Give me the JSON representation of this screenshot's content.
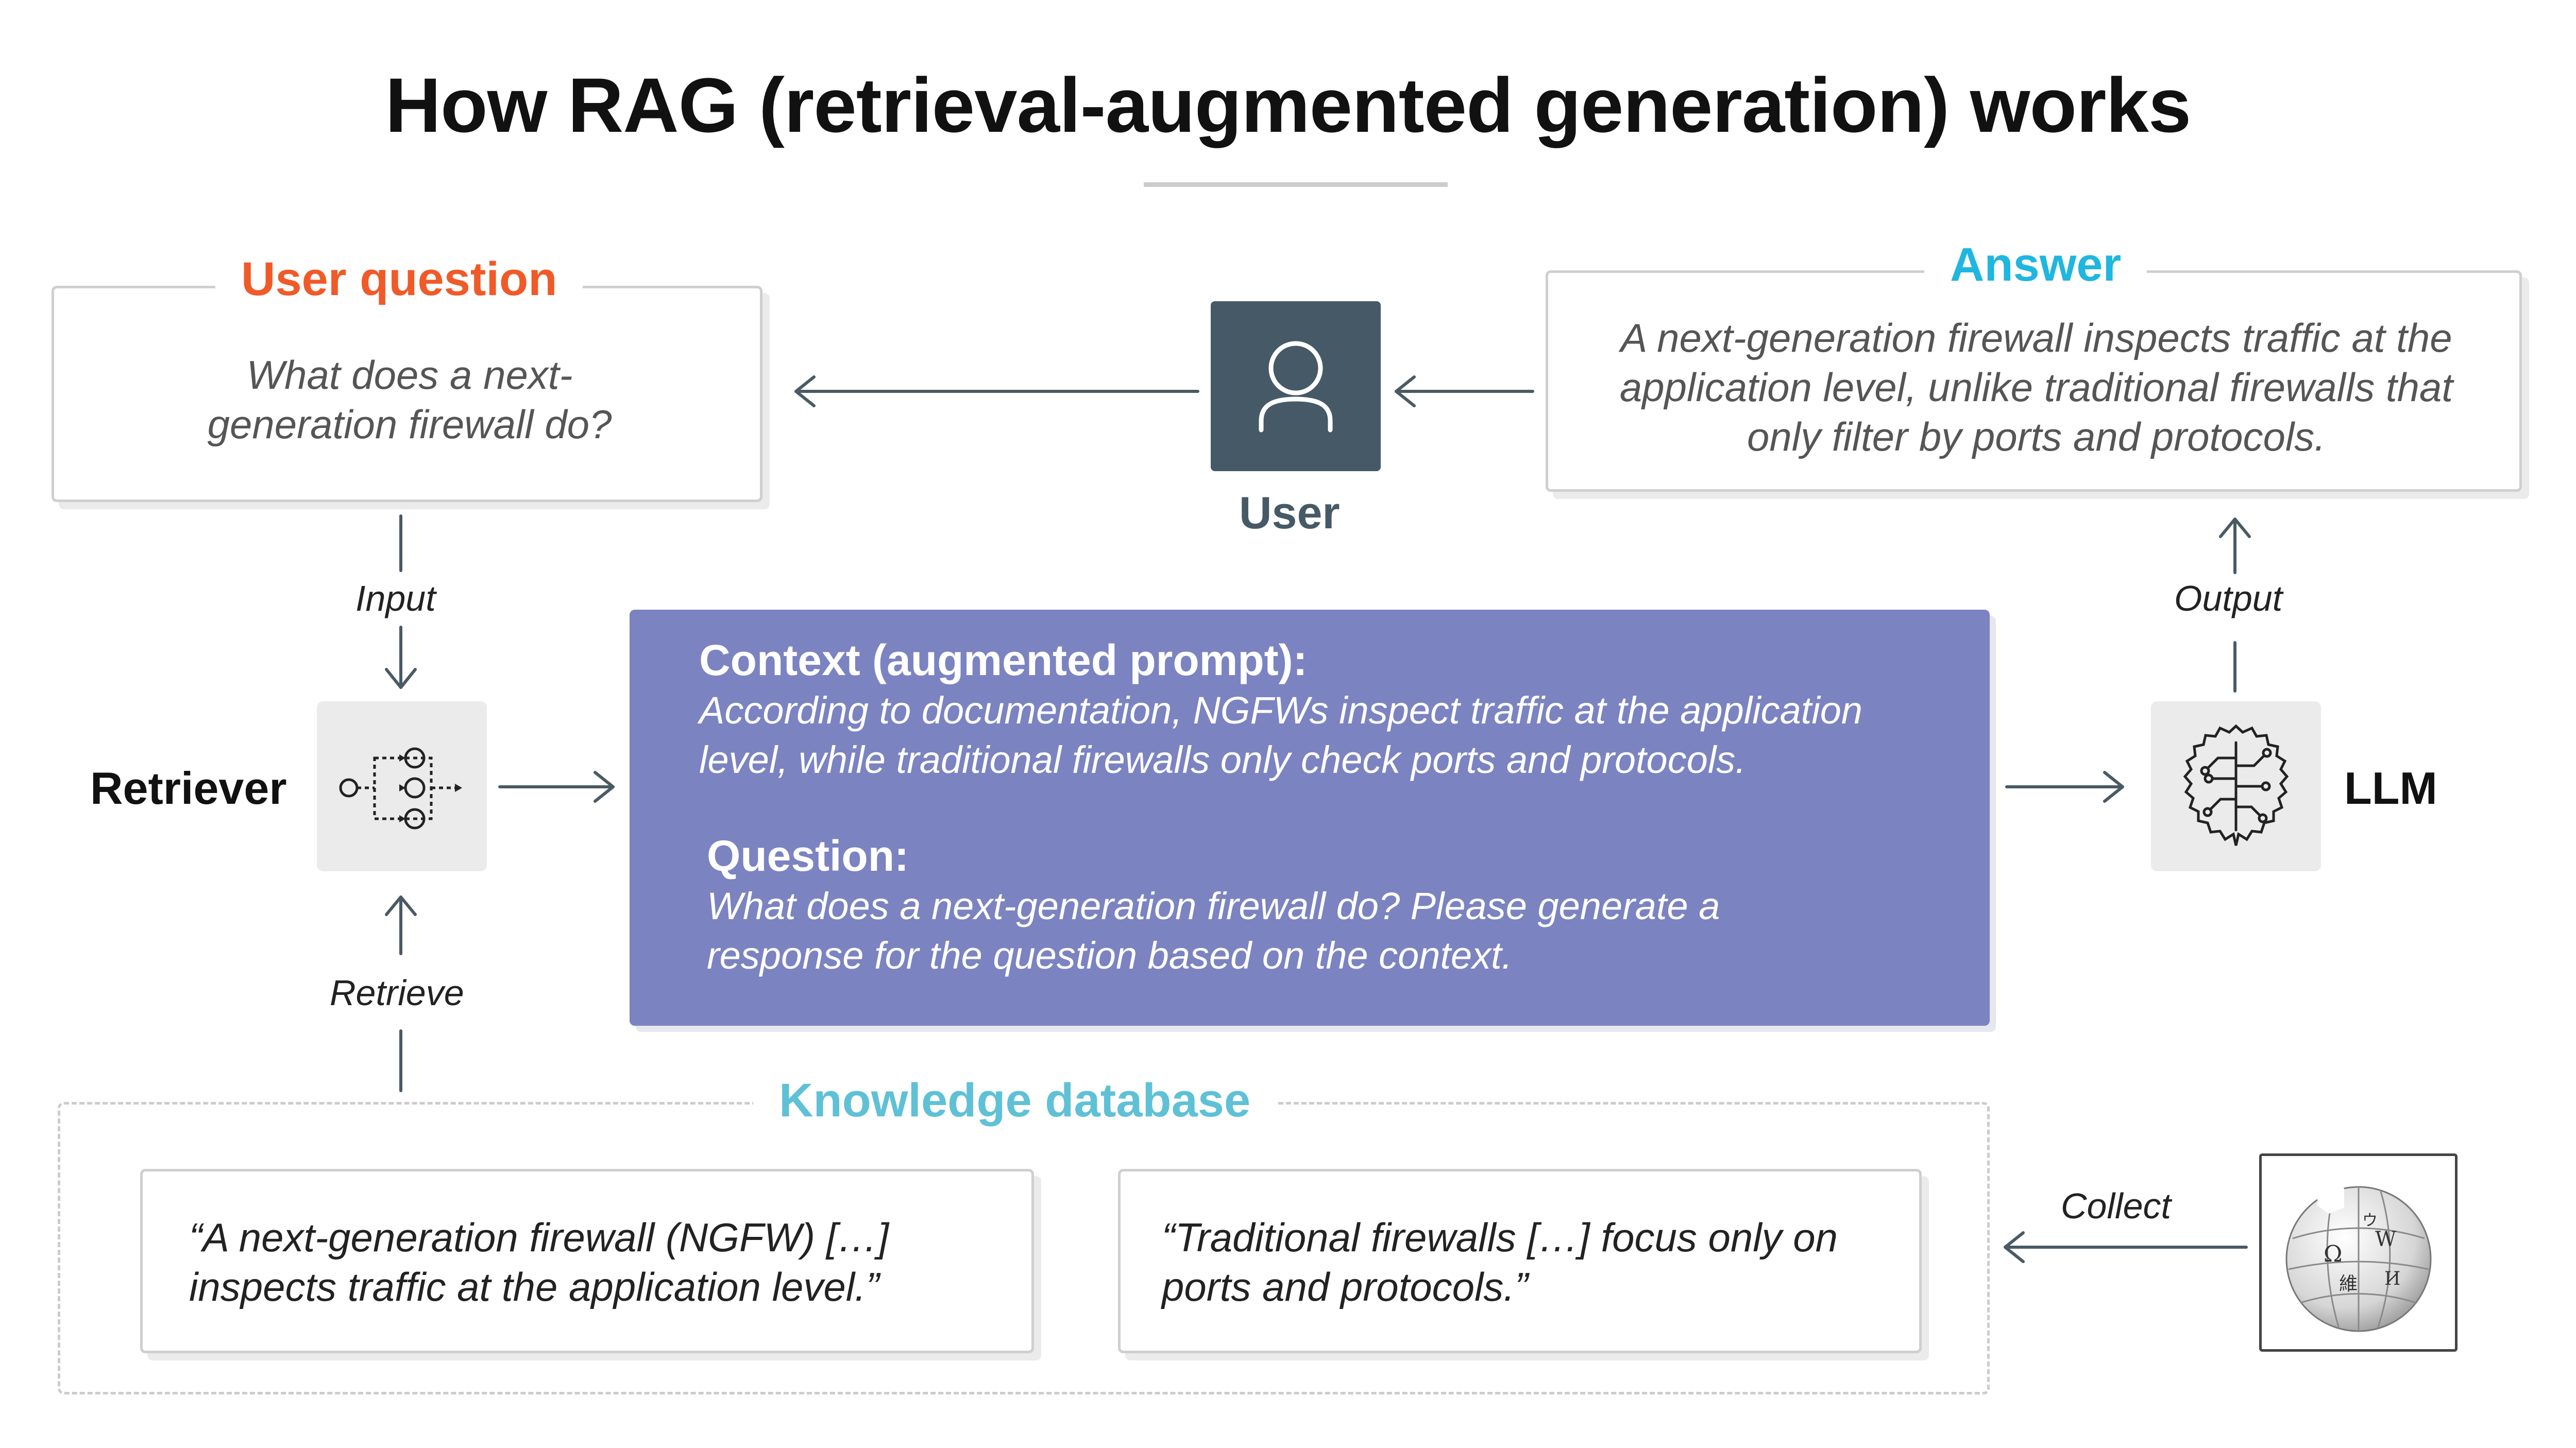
{
  "title": "How RAG (retrieval-augmented generation) works",
  "user_question": {
    "heading": "User question",
    "text": "What does a next-generation firewall do?"
  },
  "user": {
    "label": "User",
    "icon": "user-icon"
  },
  "answer": {
    "heading": "Answer",
    "text": "A next-generation firewall inspects traffic at the application level, unlike traditional firewalls that only filter by ports and protocols."
  },
  "flow_labels": {
    "input": "Input",
    "retrieve": "Retrieve",
    "output": "Output",
    "collect": "Collect"
  },
  "retriever": {
    "label": "Retriever",
    "icon": "retriever-network-icon"
  },
  "llm": {
    "label": "LLM",
    "icon": "brain-chip-icon"
  },
  "context": {
    "heading": "Context (augmented prompt):",
    "text": "According to documentation, NGFWs inspect traffic at the application level, while traditional firewalls only check ports and protocols.",
    "question_heading": "Question:",
    "question_text": "What does a next-generation firewall do? Please generate a response for the question based on the context."
  },
  "knowledge_database": {
    "heading": "Knowledge database",
    "snippets": [
      "“A next-generation firewall (NGFW) […] inspects traffic at the application level.”",
      "“Traditional firewalls […] focus only on ports and protocols.”"
    ]
  },
  "source": {
    "icon": "wikipedia-globe-icon"
  },
  "colors": {
    "user_question": "#f05a28",
    "answer": "#1fb6e0",
    "knowledge_database": "#5fc1d6",
    "context_box": "#7b83c1",
    "user_icon_bg": "#455a66",
    "arrow": "#4a5a63"
  }
}
